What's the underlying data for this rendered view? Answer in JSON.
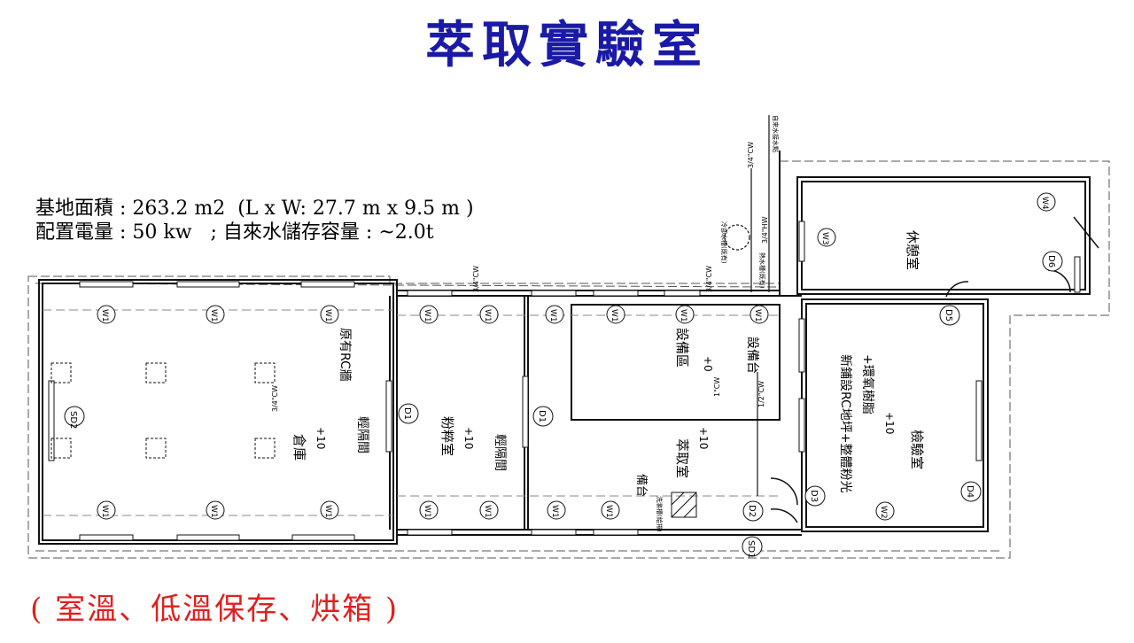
{
  "title": "萃取實驗室",
  "site_info": {
    "line1": "基地面積 : 263.2 m2  (L x W: 27.7 m x 9.5 m )",
    "line2": "配置電量 : 50 kw   ; 自來水儲存容量 : ~2.0t"
  },
  "footer": "( 室溫、低溫保存、烘箱 )",
  "rooms": {
    "warehouse": "倉庫",
    "powder": "粉粹室",
    "extraction": "萃取室",
    "equipment_area": "設備區",
    "inspection": "檢驗室",
    "lounge": "休憩室",
    "existing_rc": "原有RC牆",
    "partition": "輕隔間",
    "bench": "備台",
    "new_floor": "新鋪設RC地坪+整體粉光",
    "epoxy": "+環氧樹脂",
    "elev": "+10",
    "elev0": "+0",
    "equip_label": "設備台"
  },
  "doors": [
    "SD2",
    "D1",
    "D1",
    "D2",
    "D3",
    "D4",
    "D5",
    "D6",
    "SD1"
  ],
  "windows": [
    "W1",
    "W2",
    "W3",
    "W4"
  ],
  "pipes": [
    "3/4\"CW",
    "1\"CW",
    "1/2\"CW",
    "3/4\"HW"
  ],
  "notes": {
    "water_in": "自來水接水點",
    "cold_tank": "冷卻水槽(既有)",
    "hot_tank": "熱水槽(既有)",
    "sink": "洗滌槽(給排)"
  },
  "colors": {
    "title": "#1a1aa6",
    "footer": "#e0201e",
    "lines": "#111111"
  }
}
